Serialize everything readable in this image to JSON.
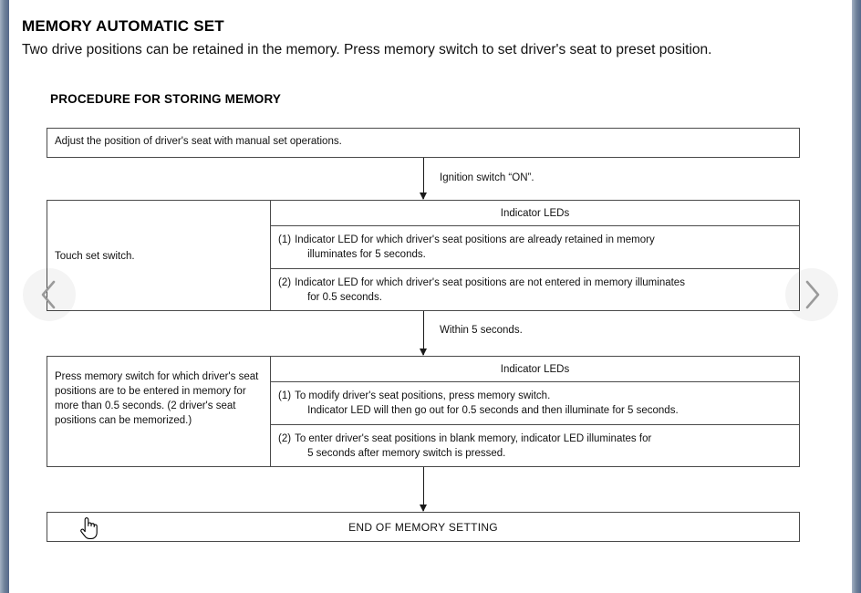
{
  "document": {
    "title": "MEMORY AUTOMATIC SET",
    "intro": "Two drive positions can be retained in the memory. Press memory switch to set driver's seat to preset position.",
    "section_heading": "PROCEDURE FOR STORING MEMORY"
  },
  "flow": {
    "step1": {
      "text": "Adjust the position of driver's seat with manual set operations."
    },
    "connector1": {
      "label": "Ignition switch “ON”."
    },
    "step2": {
      "left": "Touch set switch.",
      "right_header": "Indicator LEDs",
      "items": [
        {
          "marker": "(1)",
          "line1": "Indicator LED for which driver's seat positions are already retained in memory",
          "line2": "illuminates for 5 seconds."
        },
        {
          "marker": "(2)",
          "line1": "Indicator LED for which driver's seat positions are not entered in memory illuminates",
          "line2": "for 0.5 seconds."
        }
      ]
    },
    "connector2": {
      "label": "Within 5 seconds."
    },
    "step3": {
      "left": "Press memory switch for which driver's seat positions are to be entered in memory for more than 0.5 seconds. (2 driver's seat positions can be memorized.)",
      "right_header": "Indicator LEDs",
      "items": [
        {
          "marker": "(1)",
          "line1": "To modify driver's seat positions, press memory switch.",
          "line2": "Indicator LED will then go out for 0.5 seconds and then illuminate for 5 seconds."
        },
        {
          "marker": "(2)",
          "line1": "To enter driver's seat positions in blank memory, indicator LED illuminates for",
          "line2": "5 seconds after memory switch is pressed."
        }
      ]
    },
    "step4": {
      "text": "END OF MEMORY SETTING"
    }
  },
  "navigation": {
    "prev_icon": "chevron-left-icon",
    "next_icon": "chevron-right-icon"
  },
  "cursor": {
    "icon": "pointing-hand-cursor"
  },
  "colors": {
    "frame_bar": "#6e8199",
    "line": "#4a4a4a",
    "text": "#111111",
    "nav_chevron": "#9a9a9a"
  }
}
